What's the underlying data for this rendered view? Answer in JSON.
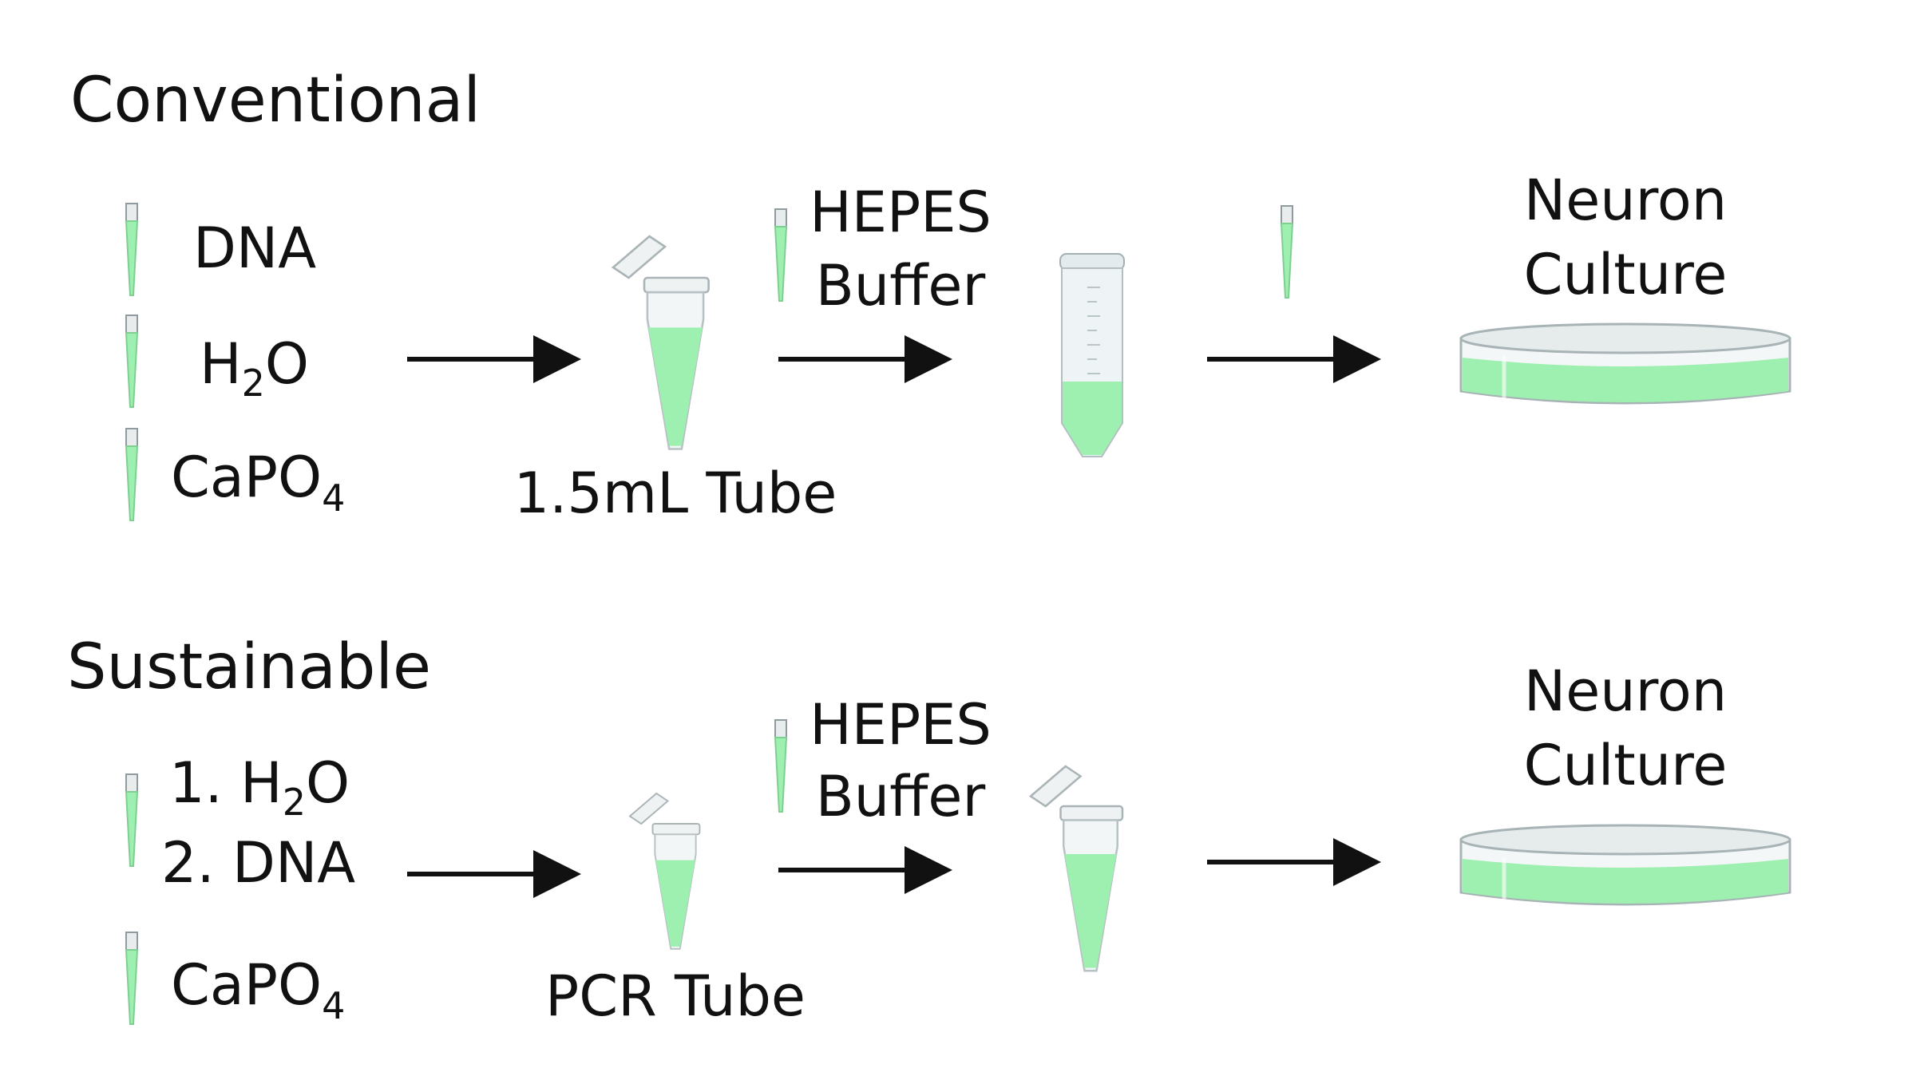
{
  "conventional": {
    "heading": "Conventional",
    "reagents": [
      {
        "label": "DNA"
      },
      {
        "label": "H",
        "sub": "2",
        "suffix": "O"
      },
      {
        "label": "CaPO",
        "sub": "4"
      }
    ],
    "tube_label": "1.5mL Tube",
    "buffer_label": [
      "HEPES",
      "Buffer"
    ],
    "culture_label": [
      "Neuron",
      "Culture"
    ]
  },
  "sustainable": {
    "heading": "Sustainable",
    "reagents": [
      {
        "prefix": "1. H",
        "sub": "2",
        "suffix": "O"
      },
      {
        "label": "2. DNA"
      },
      {
        "label": "CaPO",
        "sub": "4"
      }
    ],
    "tube_label": "PCR Tube",
    "buffer_label": [
      "HEPES",
      "Buffer"
    ],
    "culture_label": [
      "Neuron",
      "Culture"
    ]
  },
  "colors": {
    "liquid": "#9ef0b0",
    "liquid_edge": "#6fd68a",
    "plastic": "#e8eef0",
    "plastic_edge": "#9aa4a8",
    "arrow": "#111111"
  }
}
